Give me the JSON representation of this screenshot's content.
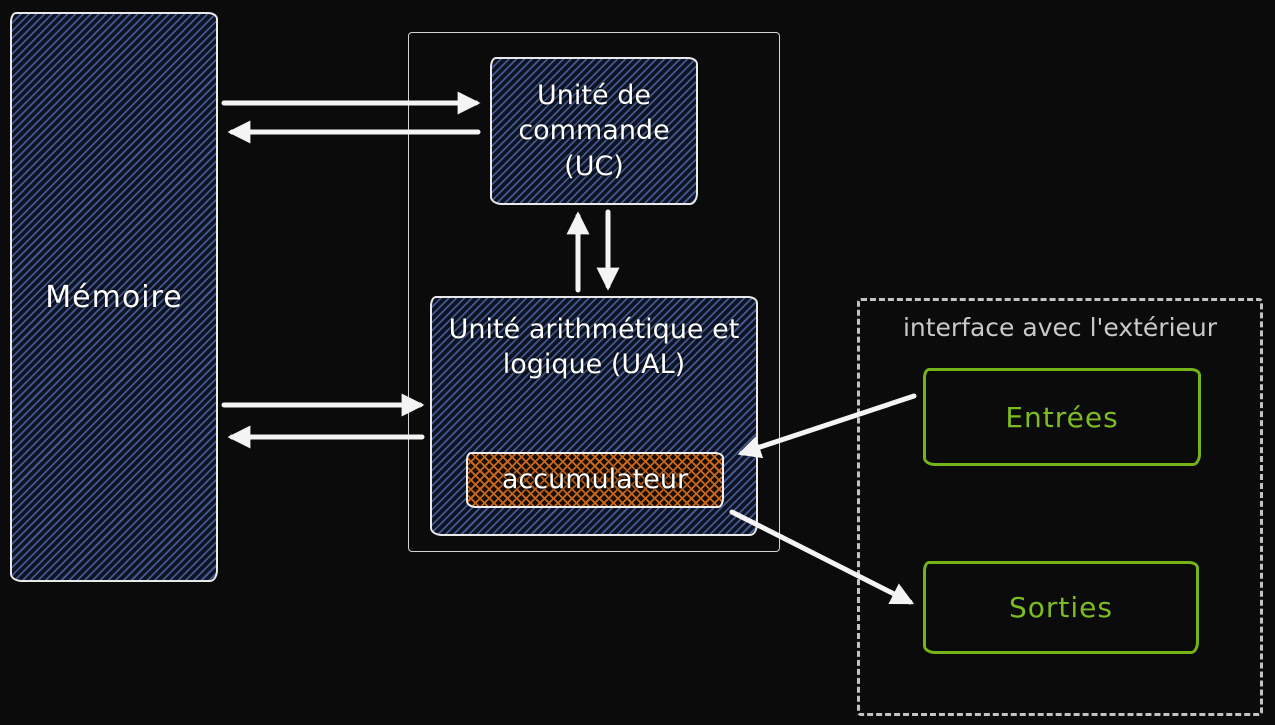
{
  "diagram": {
    "memory": {
      "label": "Mémoire"
    },
    "cpu": {
      "control_unit": {
        "label": "Unité de commande (UC)"
      },
      "alu": {
        "label": "Unité arithmétique et logique (UAL)",
        "accumulator": {
          "label": "accumulateur"
        }
      }
    },
    "interface": {
      "label": "interface avec l'extérieur",
      "inputs": {
        "label": "Entrées"
      },
      "outputs": {
        "label": "Sorties"
      }
    },
    "colors": {
      "background": "#0b0b0c",
      "box_fill_blue": "#44598f",
      "accumulator_orange": "#c9681d",
      "io_green": "#74b416",
      "arrow_white": "#f4f4f4",
      "interface_gray": "#c9c9c9"
    }
  }
}
